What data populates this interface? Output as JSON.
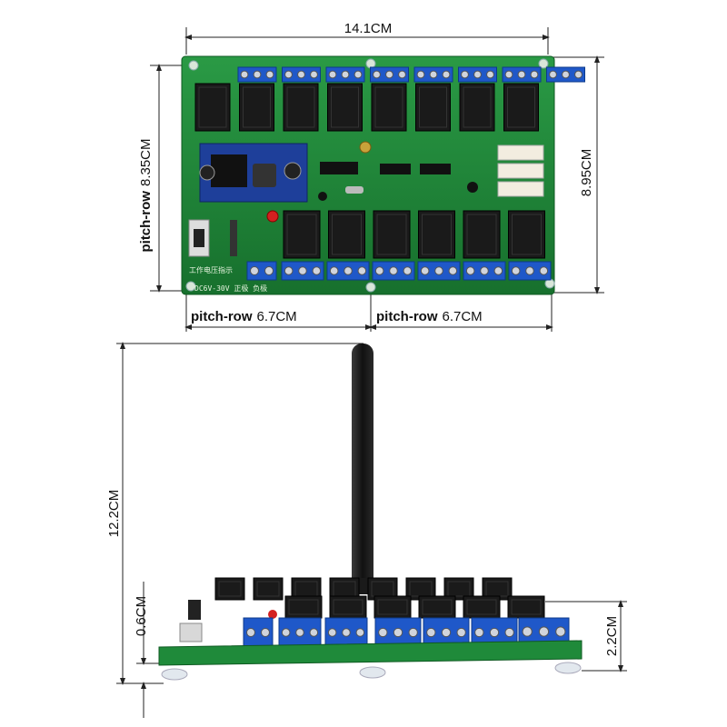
{
  "top_view": {
    "width_label": "14.1CM",
    "height_label": "8.95CM",
    "pitch_row_vertical": {
      "bold": "pitch-row",
      "value": "8.35CM"
    },
    "pitch_row_left": {
      "bold": "pitch-row",
      "value": "6.7CM"
    },
    "pitch_row_right": {
      "bold": "pitch-row",
      "value": "6.7CM"
    },
    "board_text": [
      "工作电压指示",
      "DC6V-30V 正极 负极"
    ]
  },
  "side_view": {
    "total_height_label": "12.2CM",
    "base_gap_label": "0.6CM",
    "board_height_label": "2.2CM"
  },
  "colors": {
    "pcb": "#1f8a3a",
    "pcb_dark": "#146b2a",
    "relay": "#1a1a1a",
    "terminal": "#1f58c9",
    "antenna": "#151515",
    "dimension_line": "#222222"
  }
}
